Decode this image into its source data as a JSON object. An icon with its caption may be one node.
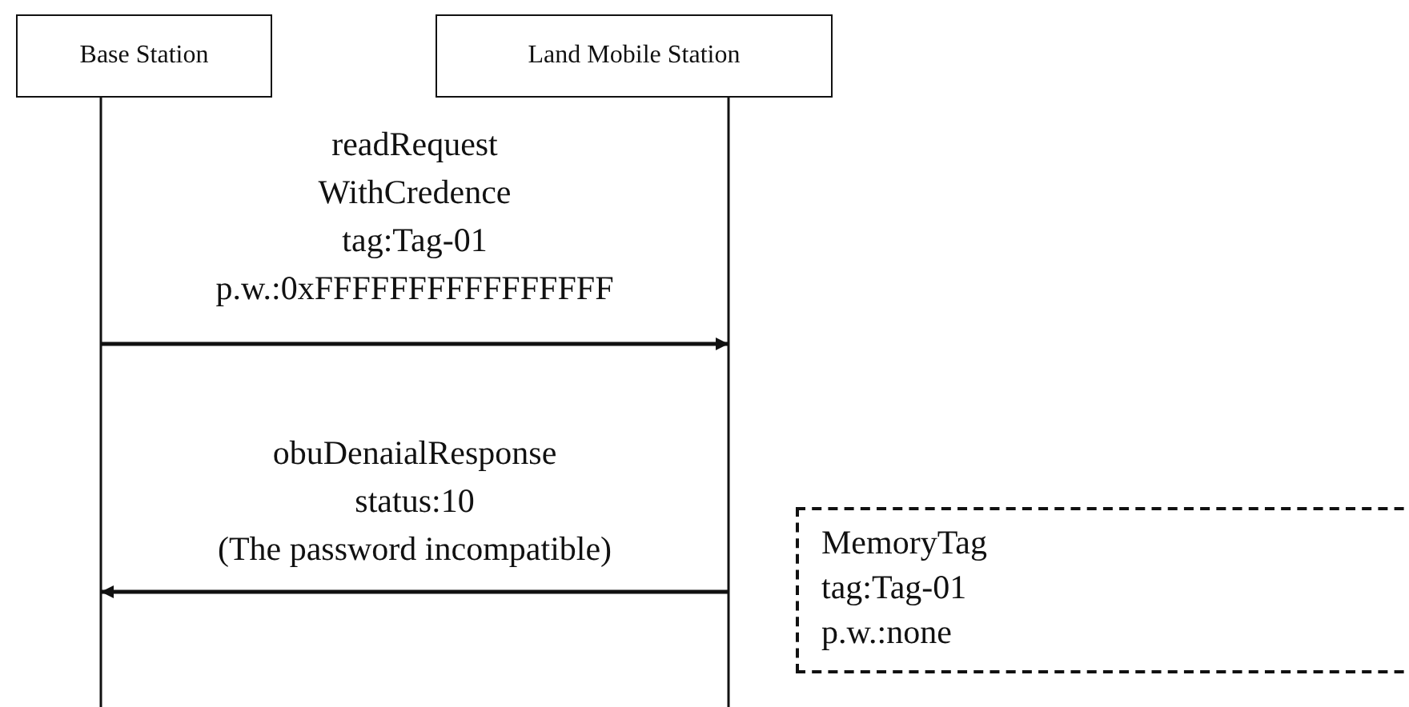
{
  "diagram": {
    "nodes": [
      {
        "text": [
          "Base Station"
        ]
      },
      {
        "text": [
          "Land Mobile Station"
        ]
      },
      {
        "text": [
          "MemoryTag",
          "tag:Tag-01",
          "p.w.:none"
        ]
      }
    ],
    "edges": [
      {
        "from": 0,
        "to": 1,
        "arrow": "to",
        "label": "readRequest WithCredence tag:Tag-01 p.w.:0xFFFFFFFFFFFFFFFF"
      },
      {
        "from": 1,
        "to": 0,
        "arrow": "to",
        "label": "obuDenaialResponse status:10 (The password incompatible)"
      }
    ]
  }
}
